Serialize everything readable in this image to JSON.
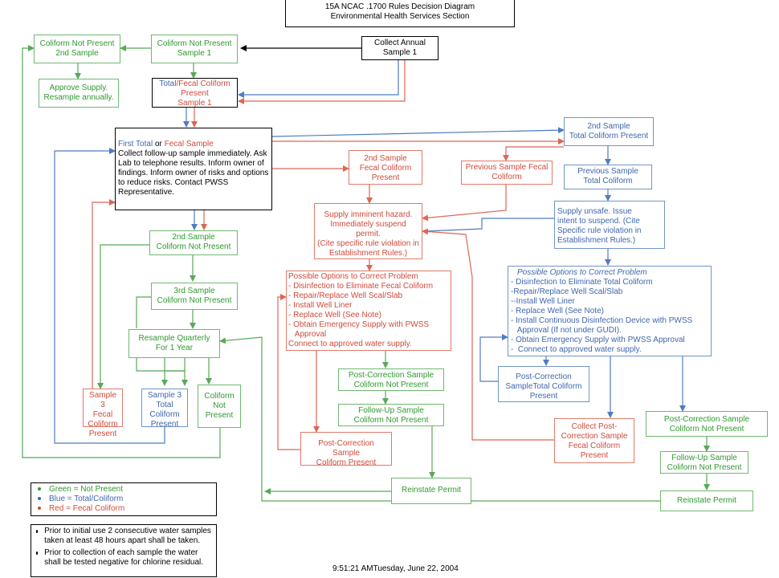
{
  "header": {
    "title": "15A NCAC .1700 Rules Decision Diagram",
    "subtitle": "Environmental Health Services Section"
  },
  "nodes": {
    "collect_annual": [
      "Collect Annual",
      "Sample 1"
    ],
    "cnp_2nd": [
      "Coliform Not Present",
      "2nd Sample"
    ],
    "cnp_s1": [
      "Coliform Not Present",
      "Sample 1"
    ],
    "approve": [
      "Approve Supply.",
      "Resample annually."
    ],
    "tfc_total": "Total",
    "tfc_fecal": "/Fecal Coliform",
    "tfc_rest": [
      "Present",
      "Sample 1"
    ],
    "first_blue": "First Total",
    "first_or": " or ",
    "first_red": "Fecal Sample",
    "first_body": "Collect follow-up sample immediately. Ask Lab to telephone results. Inform owner of findings. Inform owner of risks and options to reduce risks. Contact PWSS Representative.",
    "s2_total": [
      "2nd Sample",
      "Total Coliform Present"
    ],
    "s2_fecal": [
      "2nd Sample",
      "Fecal Coliform",
      "Present"
    ],
    "prev_fecal": [
      "Previous Sample Fecal",
      "Coliform"
    ],
    "prev_total": [
      "Previous Sample",
      "Total Coliform"
    ],
    "imminent": [
      "Supply imminent hazard.",
      "Immediately suspend permit.",
      "(Cite specific rule violation in",
      "Establishment Rules.)"
    ],
    "unsafe": [
      "Supply unsafe. Issue",
      "intent to suspend. (Cite",
      "Specific rule violation in",
      "Establishment Rules.)"
    ],
    "s2_cnp": [
      "2nd Sample",
      "Coliform Not Present"
    ],
    "s3_cnp": [
      "3rd Sample",
      "Coliform Not Present"
    ],
    "quarterly": [
      "Resample Quarterly",
      "For 1 Year"
    ],
    "opts_red": [
      "Possible Options to Correct Problem",
      "- Disinfection to Eliminate Fecal Coliform",
      "- Repair/Replace Well Scal/Slab",
      "- Install Well Liner",
      "- Replace Well (See Note)",
      "- Obtain Emergency Supply with PWSS",
      "   Approval",
      "Connect to approved water supply."
    ],
    "opts_blue_title": "Possible Options to Correct Problem",
    "opts_blue": [
      "- Disinfection to Eliminate Total Coliform",
      "-Repair/Replace Well  Scal/Slab",
      "--Install Well Liner",
      "- Replace Well (See Note)",
      "- Install Continuous Disinfection Device with PWSS",
      "   Approval (If not under GUDI).",
      "- Obtain Emergency Supply with PWSS Approval",
      "-  Connect to approved water supply."
    ],
    "pc_cnp_mid": [
      "Post-Correction Sample",
      "Coliform Not Present"
    ],
    "fu_cnp_mid": [
      "Follow-Up Sample",
      "Coliform Not Present"
    ],
    "pc_total": [
      "Post-Correction",
      "SampleTotal Coliform",
      "Present"
    ],
    "sample3_fecal": [
      "Sample 3",
      "Fecal",
      "Coliform",
      "Present"
    ],
    "sample3_total": [
      "Sample 3",
      "Total",
      "Coliform",
      "Present"
    ],
    "cnp_small": [
      "Coliform",
      "Not",
      "Present"
    ],
    "pc_present": [
      "Post-Correction Sample",
      "Coliform Present"
    ],
    "collect_post": [
      "Collect Post-",
      "Correction Sample",
      "Fecal Coliform",
      "Present"
    ],
    "pc_cnp_right": [
      "Post-Correction Sample",
      "Coliform Not Present"
    ],
    "fu_cnp_right": [
      "Follow-Up Sample",
      "Coliform Not Present"
    ],
    "reinstate_mid": "Reinstate Permit",
    "reinstate_right": "Reinstate Permit"
  },
  "legend": [
    {
      "text": "Green = Not Present",
      "color": "#2f9a2f"
    },
    {
      "text": "Blue = Total/Coliform",
      "color": "#3e67ad"
    },
    {
      "text": "Red = Fecal Coliform",
      "color": "#d04a3a"
    }
  ],
  "notes": [
    "Prior to initial use 2 consecutive water samples taken at least 48 hours apart shall be taken.",
    "Prior to collection of each sample the water shall be tested negative for chlorine residual."
  ],
  "footer": {
    "timestamp": "9:51:21 AMTuesday, June 22, 2004"
  },
  "colors": {
    "green": "#2f9a2f",
    "blue": "#3e67ad",
    "red": "#d04a3a",
    "green_border": "#70b870"
  }
}
